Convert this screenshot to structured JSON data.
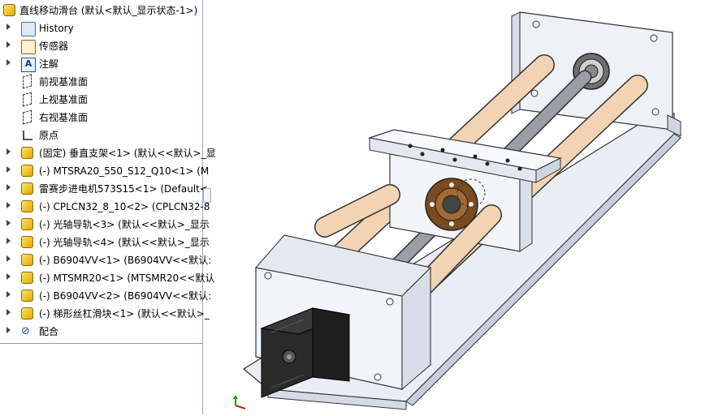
{
  "tree": {
    "root_label": "直线移动滑台 (默认<默认_显示状态-1>)",
    "items": [
      {
        "label": "History",
        "icon": "history-icon",
        "expandable": true
      },
      {
        "label": "传感器",
        "icon": "sensor-icon",
        "expandable": true
      },
      {
        "label": "注解",
        "icon": "annotation-icon",
        "expandable": true
      },
      {
        "label": "前视基准面",
        "icon": "plane-icon",
        "expandable": false
      },
      {
        "label": "上视基准面",
        "icon": "plane-icon",
        "expandable": false
      },
      {
        "label": "右视基准面",
        "icon": "plane-icon",
        "expandable": false
      },
      {
        "label": "原点",
        "icon": "origin-icon",
        "expandable": false
      },
      {
        "label": "(固定) 垂直支架<1> (默认<<默认>_显",
        "icon": "part-icon",
        "expandable": true
      },
      {
        "label": "(-) MTSRA20_550_S12_Q10<1> (M",
        "icon": "part-icon",
        "expandable": true
      },
      {
        "label": "雷赛步进电机573S15<1> (Default<",
        "icon": "part-icon",
        "expandable": true
      },
      {
        "label": "(-) CPLCN32_8_10<2> (CPLCN32-8",
        "icon": "part-icon",
        "expandable": true
      },
      {
        "label": "(-) 光轴导轨<3> (默认<<默认>_显示",
        "icon": "part-icon",
        "expandable": true
      },
      {
        "label": "(-) 光轴导轨<4> (默认<<默认>_显示",
        "icon": "part-icon",
        "expandable": true
      },
      {
        "label": "(-) B6904VV<1> (B6904VV<<默认:",
        "icon": "part-icon",
        "expandable": true
      },
      {
        "label": "(-) MTSMR20<1> (MTSMR20<<默认",
        "icon": "part-icon",
        "expandable": true
      },
      {
        "label": "(-) B6904VV<2> (B6904VV<<默认:",
        "icon": "part-icon",
        "expandable": true
      },
      {
        "label": "(-) 梯形丝杠滑块<1> (默认<<默认>_",
        "icon": "part-icon",
        "expandable": true
      },
      {
        "label": "配合",
        "icon": "mates-icon",
        "expandable": true
      }
    ]
  },
  "colors": {
    "plate": "#eef1f6",
    "plate_edge": "#333333",
    "rod": "#f2d3b3",
    "screw": "#9a9ea6",
    "motor": "#2a2a2a",
    "nut": "#7a4a20"
  }
}
